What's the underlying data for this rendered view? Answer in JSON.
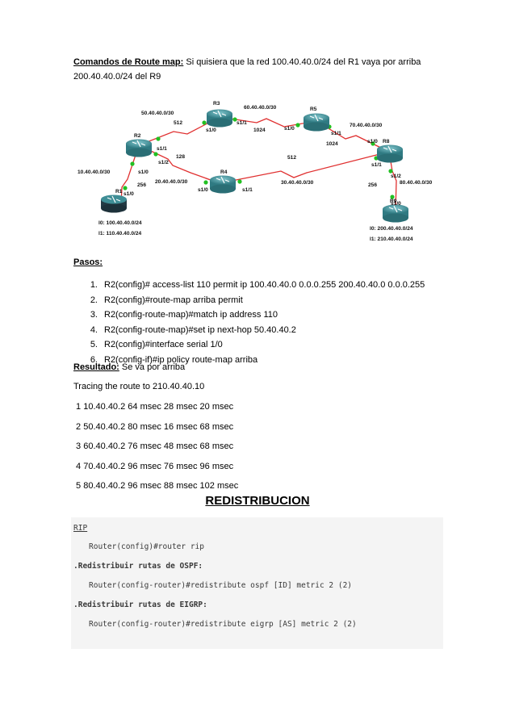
{
  "intro": {
    "heading": "Comandos de Route map:",
    "line1": " Si quisiera que la red 100.40.40.0/24 del R1 vaya por arriba",
    "line2": "200.40.40.0/24 del R9"
  },
  "diagram": {
    "routers": {
      "r1": "R1",
      "r2": "R2",
      "r3": "R3",
      "r4": "R4",
      "r5": "R5",
      "r8": "R8",
      "r9": "R9"
    },
    "networks": {
      "n50": "50.40.40.0/30",
      "n60": "60.40.40.0/30",
      "n70": "70.40.40.0/30",
      "n10": "10.40.40.0/30",
      "n20": "20.40.40.0/30",
      "n30": "30.40.40.0/30",
      "n80": "80.40.40.0/30"
    },
    "interfaces": {
      "r2_s11": "s1/1",
      "r2_s12": "s1/2",
      "r2_s10": "s1/0",
      "r1_s10": "s1/0",
      "r3_s10": "s1/0",
      "r3_s11": "s1/1",
      "r5_s10": "s1/0",
      "r5_s11": "s1/1",
      "r4_s10": "s1/0",
      "r4_s11": "s1/1",
      "r8_s10": "s1/0",
      "r8_s11": "s1/1",
      "r8_s12": "s1/2",
      "r9_s10": "s1/0"
    },
    "bandwidths": {
      "b512a": "512",
      "b1024a": "1024",
      "b1024b": "1024",
      "b128": "128",
      "b256a": "256",
      "b512b": "512",
      "b256b": "256"
    },
    "loopbacks": {
      "r1_l0": "l0: 100.40.40.0/24",
      "r1_l1": "l1: 110.40.40.0/24",
      "r9_l0": "l0: 200.40.40.0/24",
      "r9_l1": "l1: 210.40.40.0/24"
    },
    "colors": {
      "serial_link": "#e03030",
      "ethernet_link": "#2b5fa8",
      "port_dot": "#22c022",
      "router": "#3f8e96"
    }
  },
  "steps": {
    "heading": "Pasos:",
    "items": [
      {
        "num": "1.",
        "text": "R2(config)# access-list 110 permit ip 100.40.40.0 0.0.0.255 200.40.40.0 0.0.0.255"
      },
      {
        "num": "2.",
        "text": "R2(config)#route-map arriba permit"
      },
      {
        "num": "3.",
        "text": "R2(config-route-map)#match ip address 110"
      },
      {
        "num": "4.",
        "text": "R2(config-route-map)#set ip next-hop 50.40.40.2"
      },
      {
        "num": "5.",
        "text": "R2(config)#interface serial 1/0"
      },
      {
        "num": "6.",
        "text": "R2(config-if)#ip policy route-map arriba"
      }
    ]
  },
  "result": {
    "heading": "Resultado:",
    "text": " Se va por arriba",
    "trace_title": "Tracing the route to 210.40.40.10",
    "hops": [
      " 1 10.40.40.2 64 msec 28 msec 20 msec",
      " 2 50.40.40.2 80 msec 16 msec 68 msec",
      " 3 60.40.40.2 76 msec 48 msec 68 msec",
      " 4 70.40.40.2 96 msec 76 msec 96 msec",
      " 5 80.40.40.2 96 msec 88 msec 102 msec"
    ]
  },
  "section_title": "REDISTRIBUCION",
  "code": {
    "rip": "RIP",
    "l1": "Router(config)#router rip",
    "l2": ".Redistribuir rutas de OSPF:",
    "l3": "Router(config-router)#redistribute ospf [ID] metric 2 (2)",
    "l4": ".Redistribuir rutas de EIGRP:",
    "l5": "Router(config-router)#redistribute eigrp [AS] metric 2 (2)"
  }
}
